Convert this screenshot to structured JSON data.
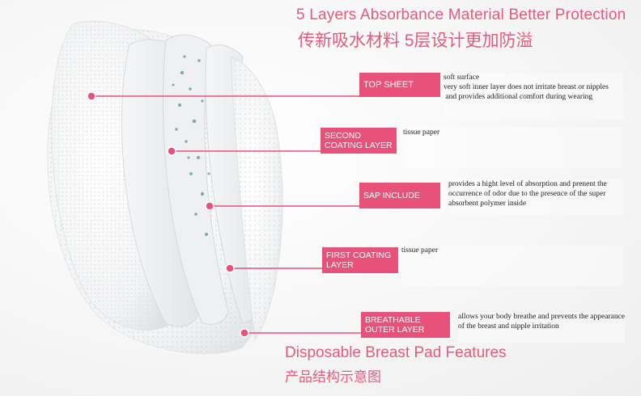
{
  "header": {
    "title_en": "5 Layers Absorbance Material Better Protection",
    "title_cn": "传新吸水材料  5层设计更加防溢"
  },
  "footer": {
    "title_en": "Disposable Breast Pad Features",
    "title_cn": "产品结构示意图"
  },
  "colors": {
    "accent": "#e8517a",
    "title": "#e05c7e"
  },
  "layers": [
    {
      "label": "TOP SHEET",
      "lines": [
        "soft surface",
        "very soft inner layer does not irritate breast or nipples",
        " and provides additional comfort during wearing"
      ]
    },
    {
      "label": "SECOND COATING LAYER",
      "lines": [
        "tissue paper"
      ]
    },
    {
      "label": "SAP INCLUDE",
      "lines": [
        "provides a hight level of absorption and prenent the",
        "occurrence of odor due to the presence of the super",
        "absorbent  polymer inside"
      ]
    },
    {
      "label": "FIRST COATING LAYER",
      "lines": [
        "tissue paper"
      ]
    },
    {
      "label": "BREATHABLE OUTER LAYER",
      "lines": [
        "allows your body breathe and prevents the appearance",
        "of the breast and nipple irritation"
      ]
    }
  ]
}
